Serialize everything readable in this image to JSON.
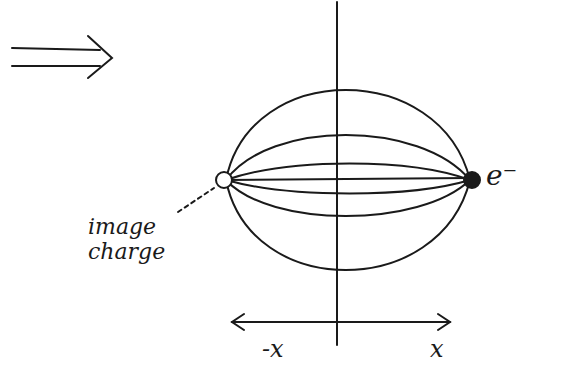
{
  "diagram": {
    "labels": [
      "e⁻",
      "image charge",
      "-x",
      "x"
    ]
  }
}
